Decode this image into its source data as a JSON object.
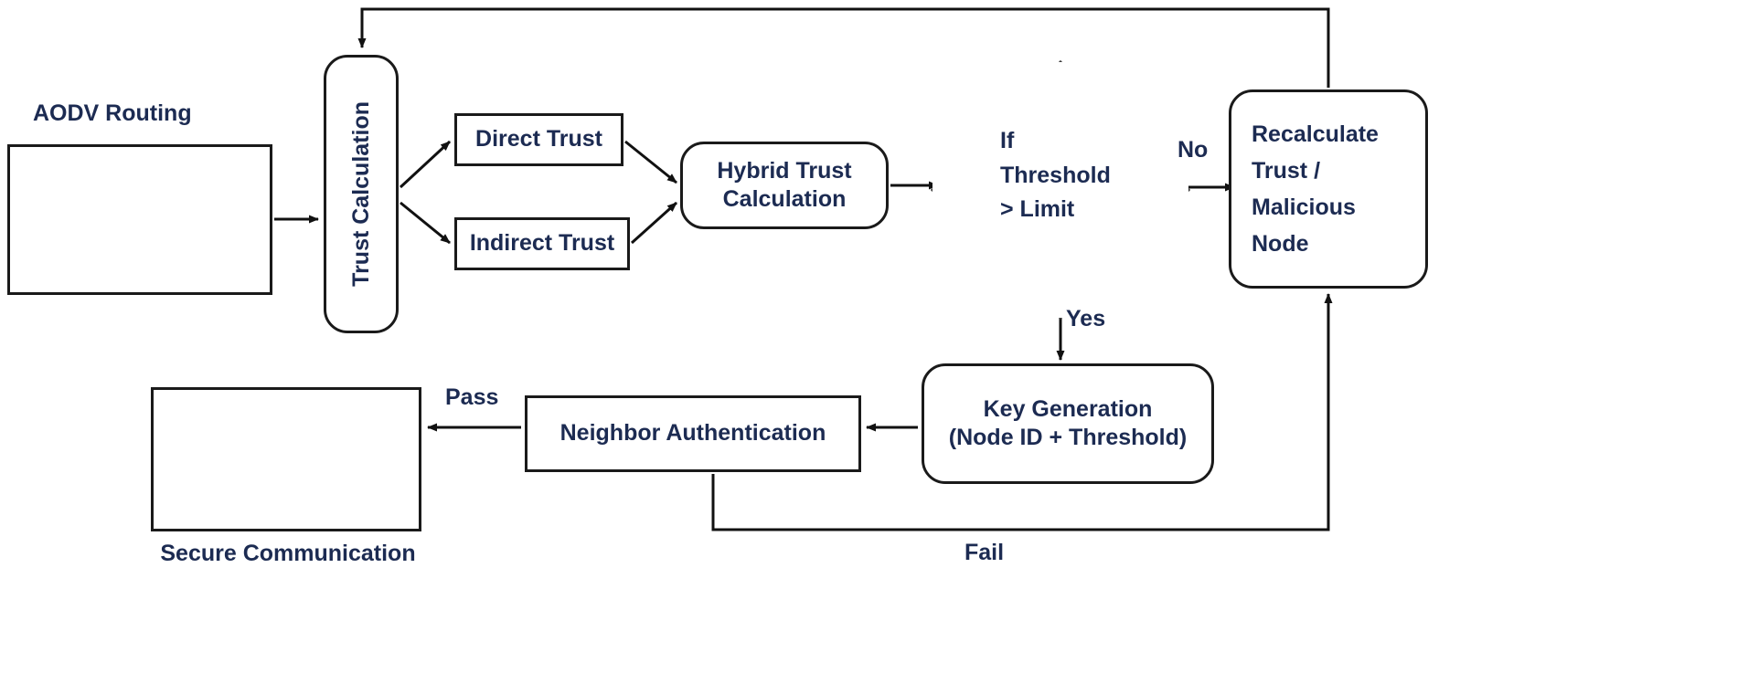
{
  "diagram": {
    "title": "Trust-based secure AODV routing flowchart",
    "type": "flowchart",
    "nodes": {
      "aodv_title": "AODV Routing",
      "aodv_box": "network-topology-illustration",
      "trust_calculation": "Trust Calculation",
      "direct_trust": "Direct Trust",
      "indirect_trust": "Indirect Trust",
      "hybrid_trust_line1": "Hybrid Trust",
      "hybrid_trust_line2": "Calculation",
      "decision_line1": "If",
      "decision_line2": "Threshold",
      "decision_line3": "> Limit",
      "recalculate_line1": "Recalculate",
      "recalculate_line2": "Trust /",
      "recalculate_line3": "Malicious",
      "recalculate_line4": "Node",
      "key_generation_line1": "Key Generation",
      "key_generation_line2": "(Node ID + Threshold)",
      "neighbor_authentication": "Neighbor Authentication",
      "secure_box": "network-topology-illustration",
      "secure_title": "Secure Communication"
    },
    "edge_labels": {
      "no": "No",
      "yes": "Yes",
      "pass": "Pass",
      "fail": "Fail"
    },
    "colors": {
      "text": "#1c2b52",
      "stroke": "#1a1a1a",
      "background": "#ffffff",
      "device_stroke": "#222222",
      "link": "#999999"
    }
  }
}
